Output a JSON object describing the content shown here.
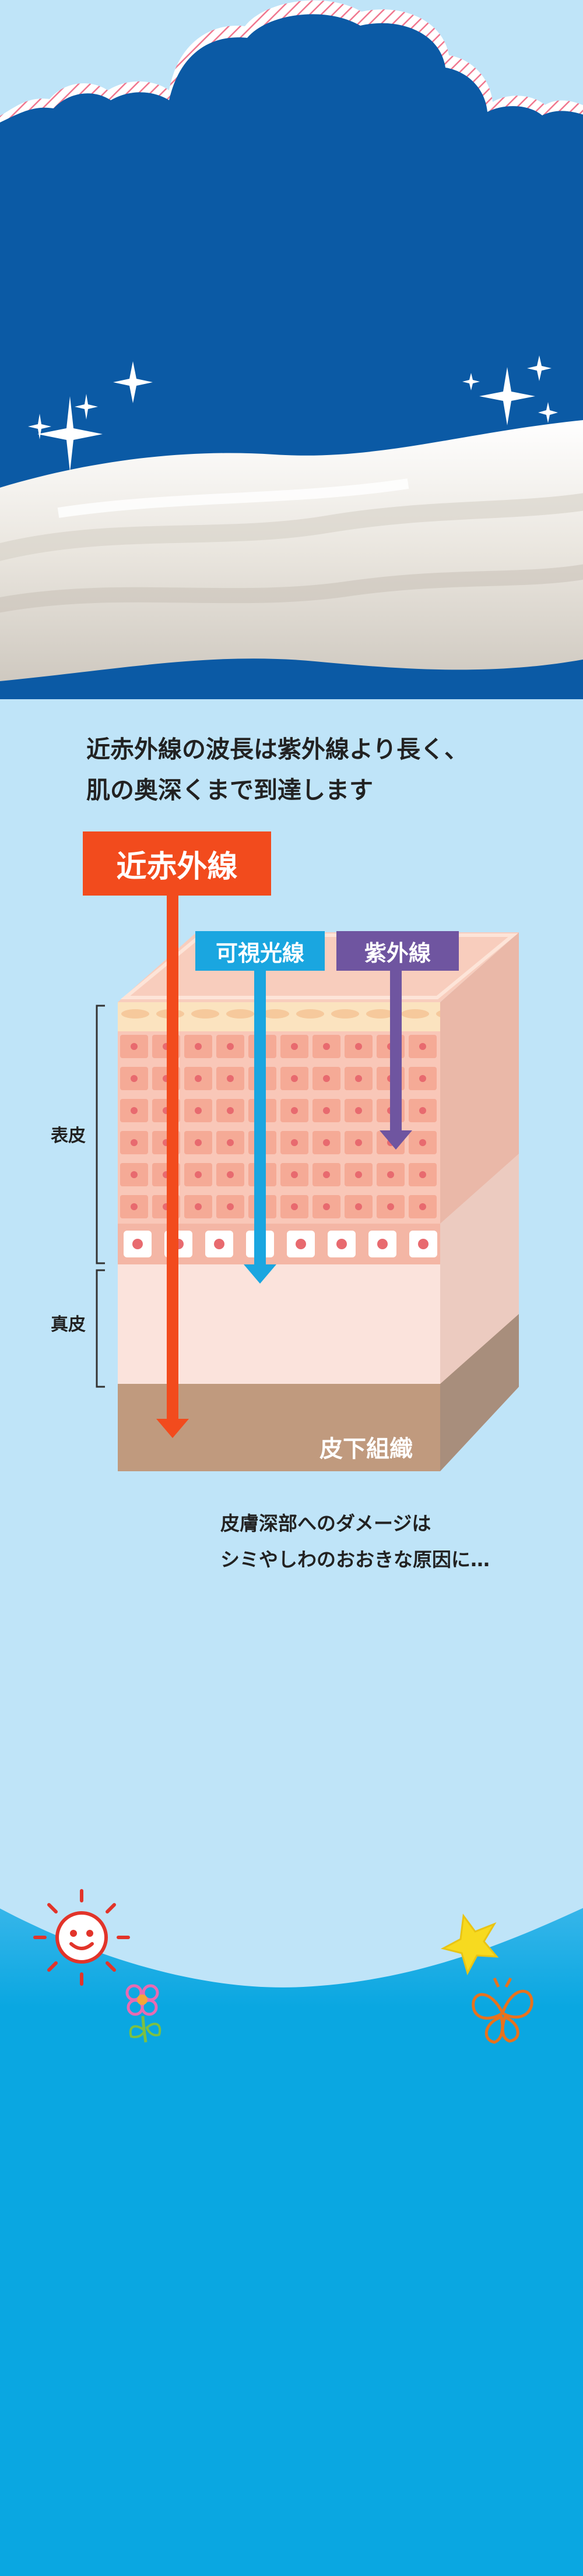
{
  "intro": {
    "line1": "近赤外線の波長は紫外線より長く、",
    "line2": "肌の奥深くまで到達します"
  },
  "rays": {
    "near_infrared": "近赤外線",
    "visible_light": "可視光線",
    "ultraviolet": "紫外線"
  },
  "layers": {
    "epidermis": "表皮",
    "dermis": "真皮",
    "subcutaneous": "皮下組織"
  },
  "caption": {
    "line1": "皮膚深部へのダメージは",
    "line2": "シミやしわのおおきな原因に…"
  },
  "colors": {
    "night_sky": "#0b5aa5",
    "page_bg": "#bfe4f8",
    "near_infrared": "#f24b1d",
    "visible_light": "#1aa6e0",
    "ultraviolet": "#6f55a0",
    "bottom_blue": "#0aa7e1"
  }
}
